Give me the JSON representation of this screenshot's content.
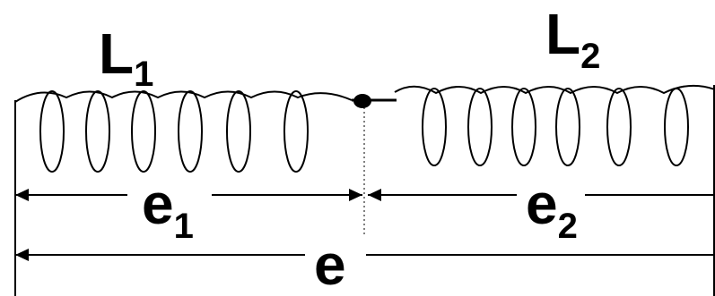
{
  "diagram": {
    "coil_left": {
      "label": "L",
      "subscript": "1"
    },
    "coil_right": {
      "label": "L",
      "subscript": "2"
    },
    "dim_left": {
      "label": "e",
      "subscript": "1"
    },
    "dim_right": {
      "label": "e",
      "subscript": "2"
    },
    "dim_total": {
      "label": "e"
    }
  }
}
